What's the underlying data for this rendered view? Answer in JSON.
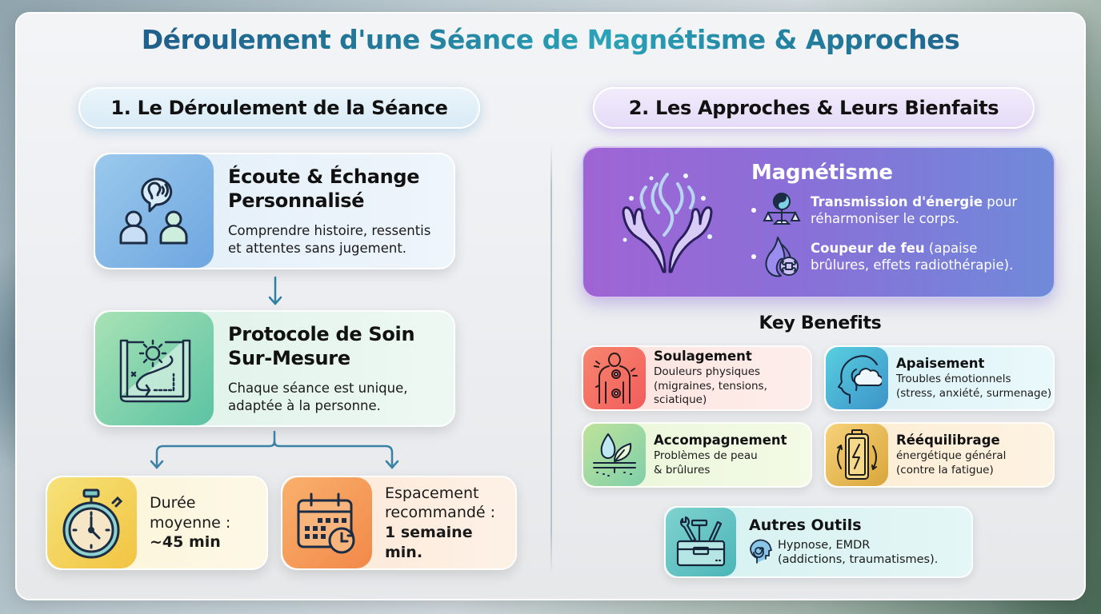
{
  "title": {
    "text": "Déroulement d'une Séance de Magnétisme & Approches",
    "gradient_colors": [
      "#1d4f82",
      "#2aa3b8"
    ]
  },
  "sections": [
    {
      "label": "1. Le Déroulement de la Séance",
      "accent": "#d9ebf5"
    },
    {
      "label": "2. Les Approches & Leurs Bienfaits",
      "accent": "#e5dbf7"
    }
  ],
  "process": {
    "steps": [
      {
        "title_line1": "Écoute & Échange",
        "title_line2": "Personnalisé",
        "desc_line1": "Comprendre histoire, ressentis",
        "desc_line2": "et attentes sans jugement.",
        "icon": "listening-people-icon",
        "color": "#6ea6e0"
      },
      {
        "title_line1": "Protocole de Soin",
        "title_line2": "Sur-Mesure",
        "desc_line1": "Chaque séance est unique,",
        "desc_line2": "adaptée à la personne.",
        "icon": "blueprint-gear-icon",
        "color": "#5cc3a4"
      }
    ],
    "details": [
      {
        "line1": "Durée",
        "line2": "moyenne :",
        "value": "~45 min",
        "icon": "stopwatch-icon",
        "color": "#f1c441"
      },
      {
        "line1": "Espacement",
        "line2": "recommandé :",
        "value": "1 semaine min.",
        "icon": "calendar-clock-icon",
        "color": "#f2894a"
      }
    ]
  },
  "magnetisme": {
    "title": "Magnétisme",
    "icon": "healing-hands-icon",
    "color": "#8a6fd8",
    "items": [
      {
        "bold": "Transmission d'énergie",
        "rest": " pour",
        "line2": "réharmoniser le corps.",
        "icon": "yin-yang-scale-icon"
      },
      {
        "bold": "Coupeur de feu",
        "rest": " (apaise",
        "line2": "brûlures, effets radiothérapie).",
        "icon": "flame-icon"
      }
    ]
  },
  "key_benefits": {
    "title": "Key Benefits",
    "items": [
      {
        "title": "Soulagement",
        "line1": "Douleurs physiques",
        "line2": "(migraines, tensions, sciatique)",
        "icon": "body-pain-icon",
        "color": "#f25c5c"
      },
      {
        "title": "Apaisement",
        "line1": "Troubles émotionnels",
        "line2": "(stress, anxiété, surmenage)",
        "icon": "head-cloud-icon",
        "color": "#3d93c9"
      },
      {
        "title": "Accompagnement",
        "line1": "Problèmes de peau",
        "line2": "& brûlures",
        "icon": "leaf-drop-icon",
        "color": "#7fcfaa"
      },
      {
        "title": "Rééquilibrage",
        "line1": "énergétique général",
        "line2": "(contre la fatigue)",
        "icon": "battery-recharge-icon",
        "color": "#d9a53a"
      }
    ]
  },
  "other_tools": {
    "title": "Autres Outils",
    "line1": "Hypnose, EMDR",
    "line2": "(addictions, traumatismes).",
    "icon": "toolbox-icon",
    "sub_icon": "spiral-head-icon",
    "color": "#4cb5b8"
  }
}
